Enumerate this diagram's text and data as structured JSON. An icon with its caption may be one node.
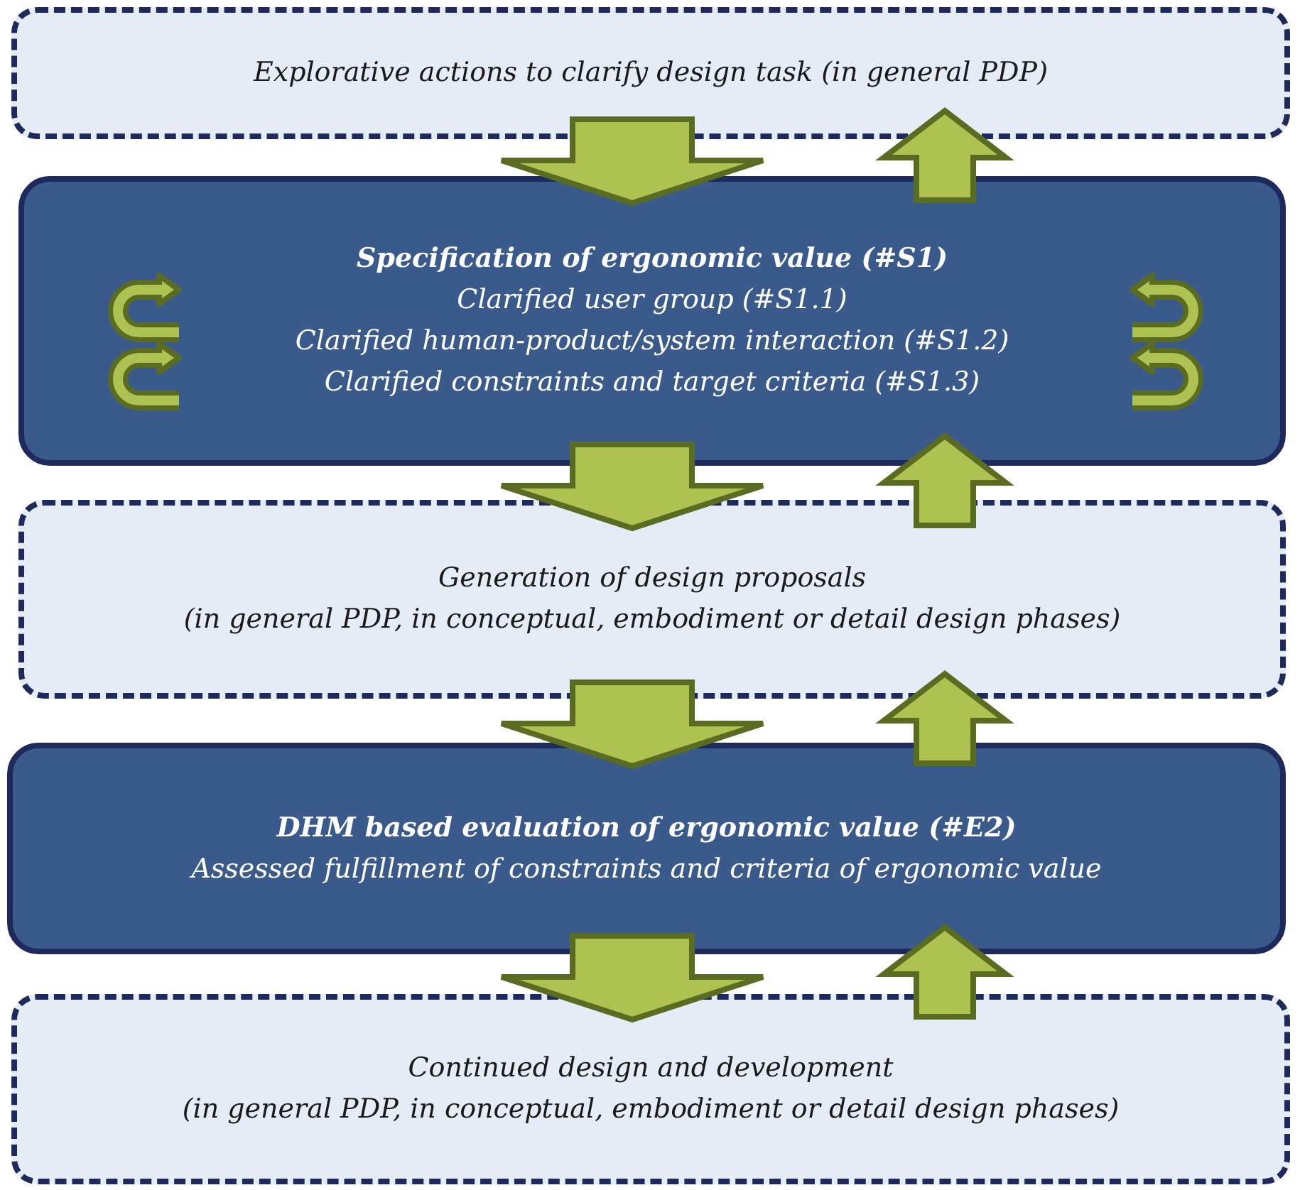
{
  "diagram": {
    "nodes": [
      {
        "text": [
          "Explorative actions to clarify design task (in general PDP)"
        ]
      },
      {
        "text": [
          "Specification of ergonomic value (#S1)",
          "Clarified user group (#S1.1)",
          "Clarified human-product/system interaction (#S1.2)",
          "Clarified constraints and target criteria (#S1.3)"
        ]
      },
      {
        "text": [
          "Generation of design proposals",
          "(in general PDP, in conceptual, embodiment or detail design phases)"
        ]
      },
      {
        "text": [
          "DHM based evaluation of ergonomic value (#E2)",
          "Assessed fulfillment of constraints and criteria of ergonomic value"
        ]
      },
      {
        "text": [
          "Continued design and development",
          "(in general PDP, in conceptual, embodiment or detail design phases)"
        ]
      }
    ],
    "edges": [
      {
        "from": 0,
        "to": 1,
        "arrow": "to"
      },
      {
        "from": 1,
        "to": 0,
        "arrow": "to"
      },
      {
        "from": 1,
        "to": 2,
        "arrow": "to"
      },
      {
        "from": 2,
        "to": 1,
        "arrow": "to"
      },
      {
        "from": 2,
        "to": 3,
        "arrow": "to"
      },
      {
        "from": 3,
        "to": 2,
        "arrow": "to"
      },
      {
        "from": 3,
        "to": 4,
        "arrow": "to"
      },
      {
        "from": 4,
        "to": 3,
        "arrow": "to"
      }
    ]
  }
}
